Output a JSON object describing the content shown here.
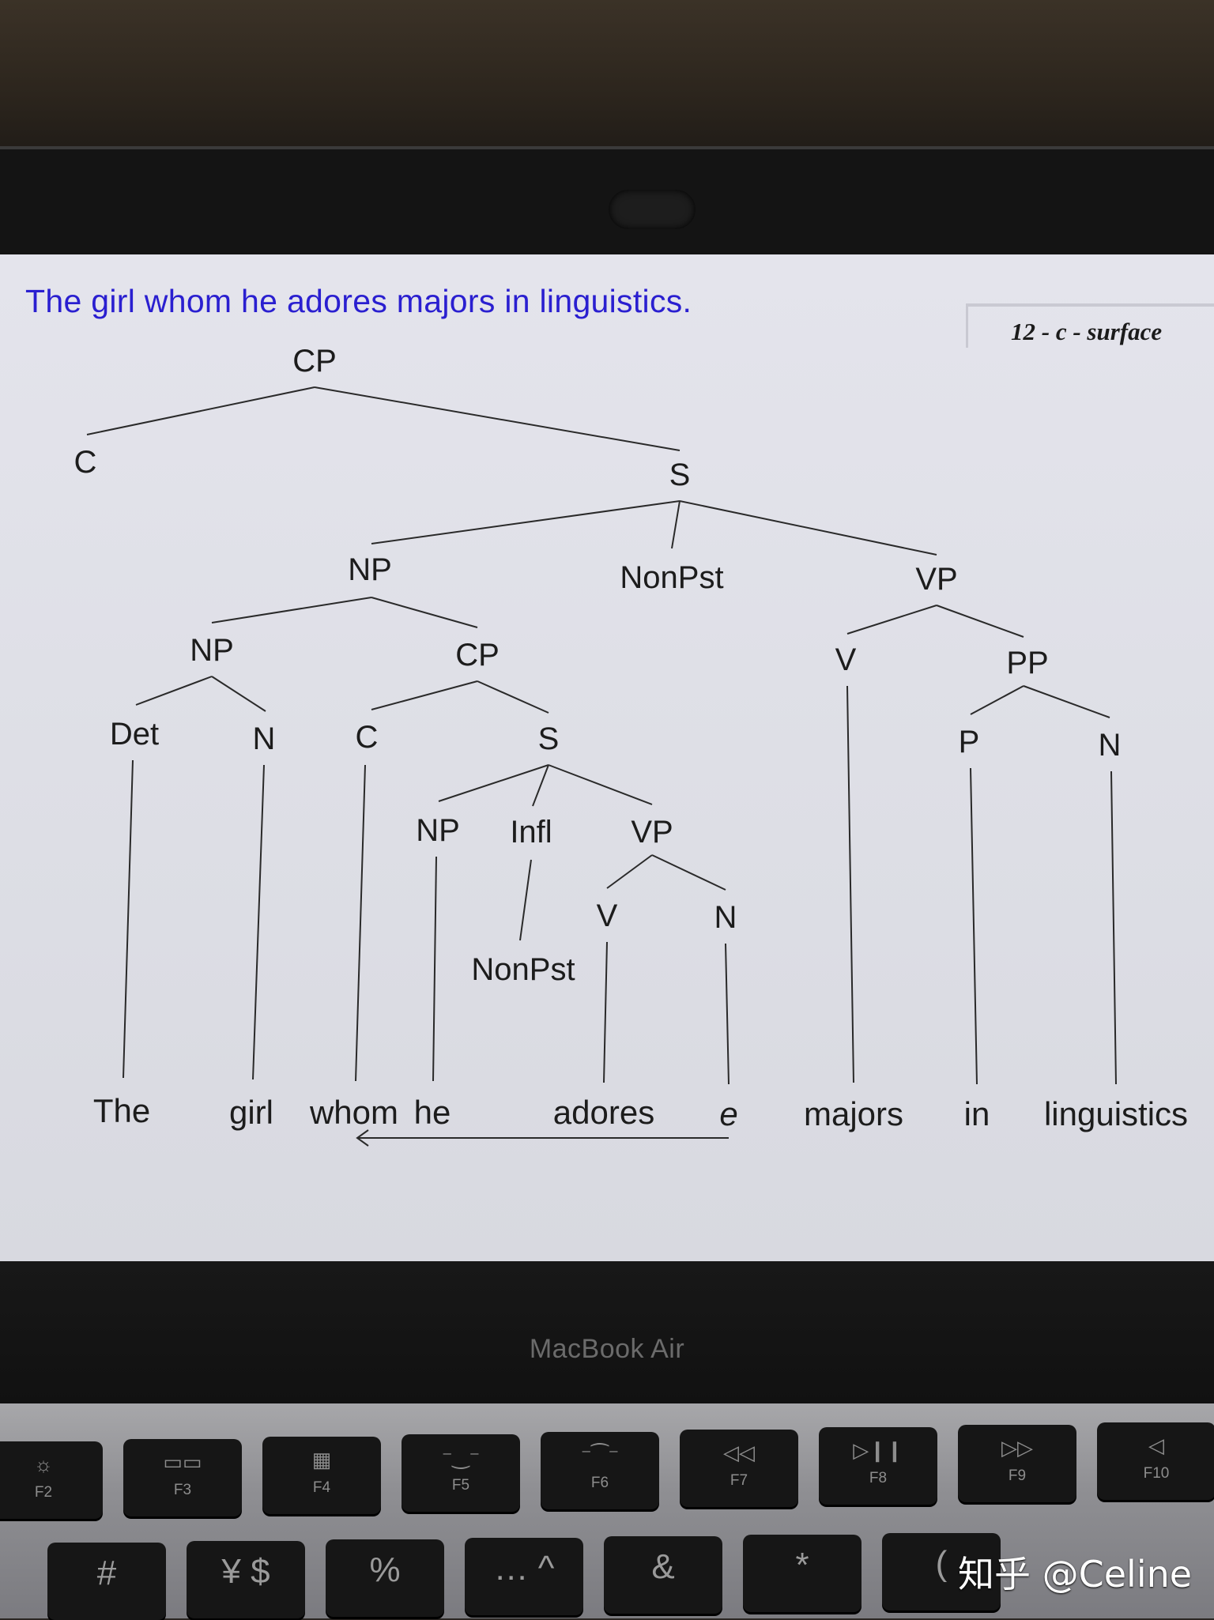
{
  "slide": {
    "title": "The girl whom he adores majors in linguistics.",
    "tag": "12 - c - surface"
  },
  "tree": {
    "labels": {
      "cp_root": "CP",
      "c_top": "C",
      "s_main": "S",
      "np_subj": "NP",
      "nonpst_main": "NonPst",
      "vp_main": "VP",
      "np_inner": "NP",
      "cp_rel": "CP",
      "v_main": "V",
      "pp": "PP",
      "det": "Det",
      "n_girl": "N",
      "c_rel": "C",
      "s_rel": "S",
      "p": "P",
      "n_ling": "N",
      "np_he": "NP",
      "infl": "Infl",
      "vp_rel": "VP",
      "v_adores": "V",
      "n_gap": "N",
      "nonpst_rel": "NonPst"
    },
    "words": {
      "the": "The",
      "girl": "girl",
      "whom": "whom",
      "he": "he",
      "adores": "adores",
      "e": "e",
      "majors": "majors",
      "in": "in",
      "linguistics": "linguistics"
    }
  },
  "laptop": {
    "brand": "MacBook Air"
  },
  "keyboard": {
    "fkeys": [
      {
        "icon": "brightness-up-icon",
        "glyph": "☼",
        "label": "F2"
      },
      {
        "icon": "mission-control-icon",
        "glyph": "▭▭",
        "label": "F3"
      },
      {
        "icon": "launchpad-icon",
        "glyph": "▦",
        "label": "F4"
      },
      {
        "icon": "keyboard-light-down-icon",
        "glyph": "⁻‿⁻",
        "label": "F5"
      },
      {
        "icon": "keyboard-light-up-icon",
        "glyph": "⁻⁀⁻",
        "label": "F6"
      },
      {
        "icon": "rewind-icon",
        "glyph": "◁◁",
        "label": "F7"
      },
      {
        "icon": "play-pause-icon",
        "glyph": "▷❙❙",
        "label": "F8"
      },
      {
        "icon": "fast-forward-icon",
        "glyph": "▷▷",
        "label": "F9"
      },
      {
        "icon": "mute-icon",
        "glyph": "◁",
        "label": "F10"
      }
    ],
    "number_row": [
      "#",
      "¥ $",
      "%",
      "… ^",
      "&",
      "*",
      "("
    ]
  },
  "watermark": "知乎 @Celine"
}
